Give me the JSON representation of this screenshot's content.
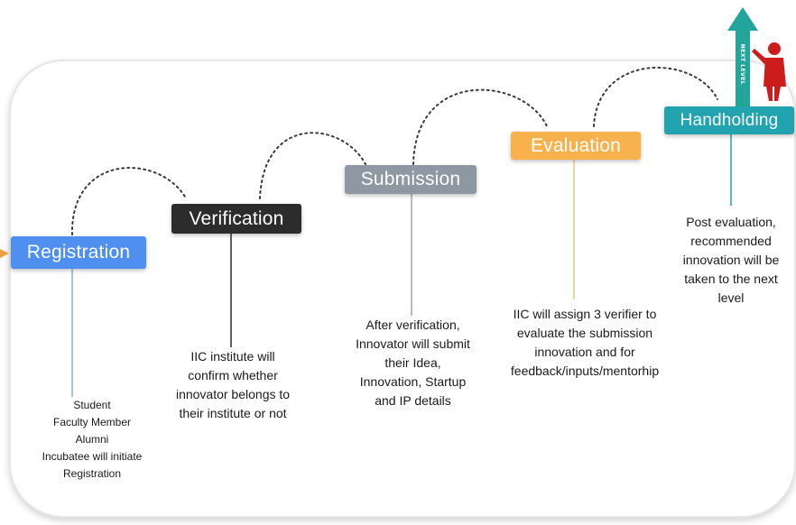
{
  "stages": [
    {
      "label": "Registration",
      "color": "#4f8ff0"
    },
    {
      "label": "Verification",
      "color": "#2c2c2c"
    },
    {
      "label": "Submission",
      "color": "#8d98a3"
    },
    {
      "label": "Evaluation",
      "color": "#f7b24e"
    },
    {
      "label": "Handholding",
      "color": "#21a3b0"
    }
  ],
  "descriptions": {
    "registration": "Student\nFaculty Member\nAlumni\nIncubatee will initiate\nRegistration",
    "verification": "IIC institute will\nconfirm whether\ninnovator belongs to\ntheir institute or not",
    "submission": "After verification,\nInnovator will submit\ntheir Idea,\nInnovation, Startup\nand IP details",
    "evaluation": "IIC will assign 3 verifier to\nevaluate the submission\ninnovation and for\nfeedback/inputs/mentorhip",
    "handholding": "Post evaluation,\nrecommended\ninnovation will be\ntaken to the next\nlevel"
  },
  "next_level_badge": {
    "text": "NEXT LEVEL",
    "arrow_color": "#22a59a",
    "figure_color": "#cc1c1c",
    "icon": "person-pointing-icon"
  }
}
